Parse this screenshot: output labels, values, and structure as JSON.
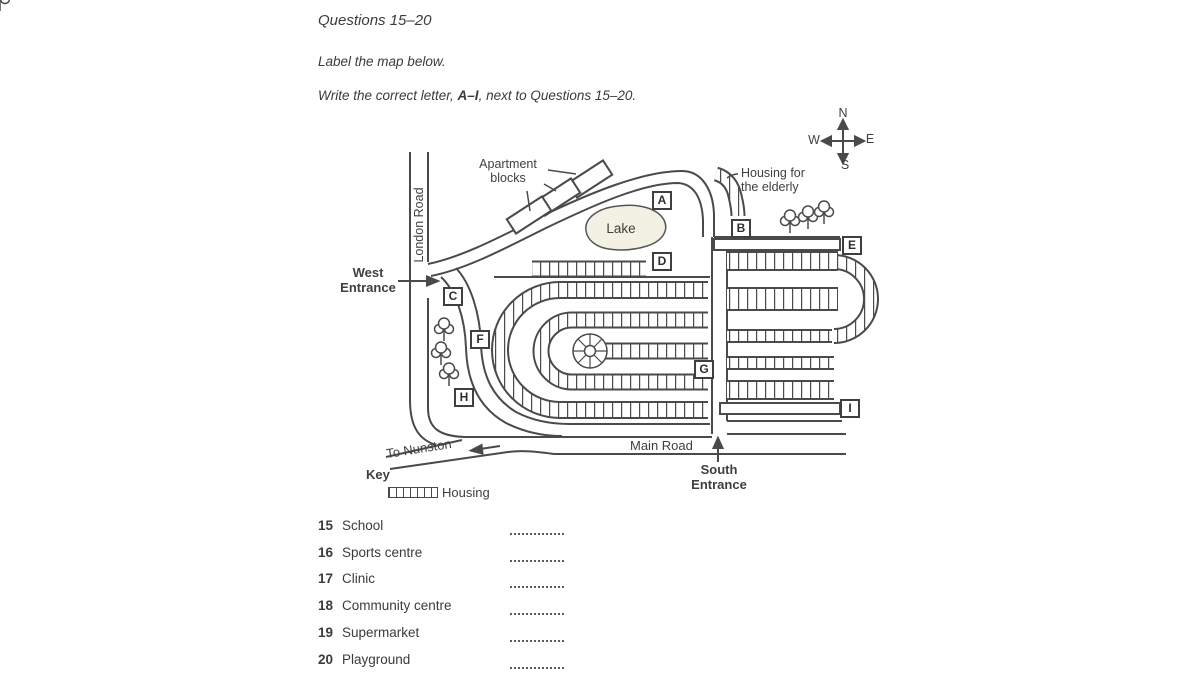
{
  "header": {
    "title": "Questions 15–20",
    "instruction": "Label the map below.",
    "write_pre": "Write the correct letter, ",
    "write_bold": "A–I",
    "write_post": ", next to Questions 15–20."
  },
  "map": {
    "labels": {
      "apartment_line1": "Apartment",
      "apartment_line2": "blocks",
      "elderly_line1": "Housing for",
      "elderly_line2": "the elderly",
      "lake": "Lake",
      "london_road": "London Road",
      "west_line1": "West",
      "west_line2": "Entrance",
      "to_nunston": "To Nunston",
      "main_road": "Main Road",
      "south_line1": "South",
      "south_line2": "Entrance"
    },
    "compass": {
      "n": "N",
      "s": "S",
      "e": "E",
      "w": "W"
    },
    "markers": [
      "A",
      "B",
      "C",
      "D",
      "E",
      "F",
      "G",
      "H",
      "I"
    ],
    "key": {
      "title": "Key",
      "housing": "Housing"
    }
  },
  "questions": [
    {
      "num": "15",
      "label": "School"
    },
    {
      "num": "16",
      "label": "Sports centre"
    },
    {
      "num": "17",
      "label": "Clinic"
    },
    {
      "num": "18",
      "label": "Community centre"
    },
    {
      "num": "19",
      "label": "Supermarket"
    },
    {
      "num": "20",
      "label": "Playground"
    }
  ]
}
